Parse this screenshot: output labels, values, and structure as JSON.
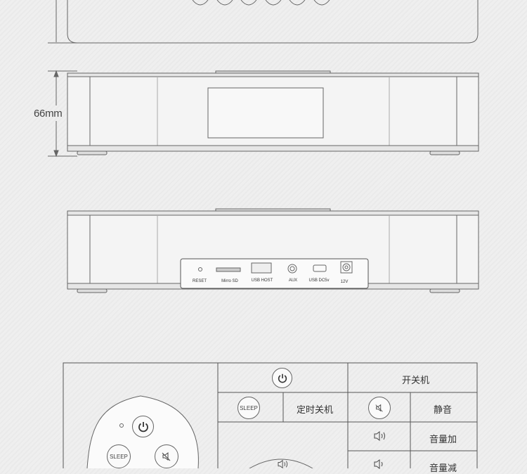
{
  "dimension": {
    "height_label": "66mm"
  },
  "ports": {
    "reset": "RESET",
    "micro_sd": "Mirro SD",
    "usb_host": "USB HOST",
    "aux": "AUX",
    "usb_dc": "USB DC5v",
    "dc12": "12V"
  },
  "remote": {
    "sleep_label": "SLEEP"
  },
  "function_table": {
    "power": "开关机",
    "sleep_timer": "定时关机",
    "mute": "静音",
    "volume_up": "音量加",
    "volume_down": "音量减"
  }
}
